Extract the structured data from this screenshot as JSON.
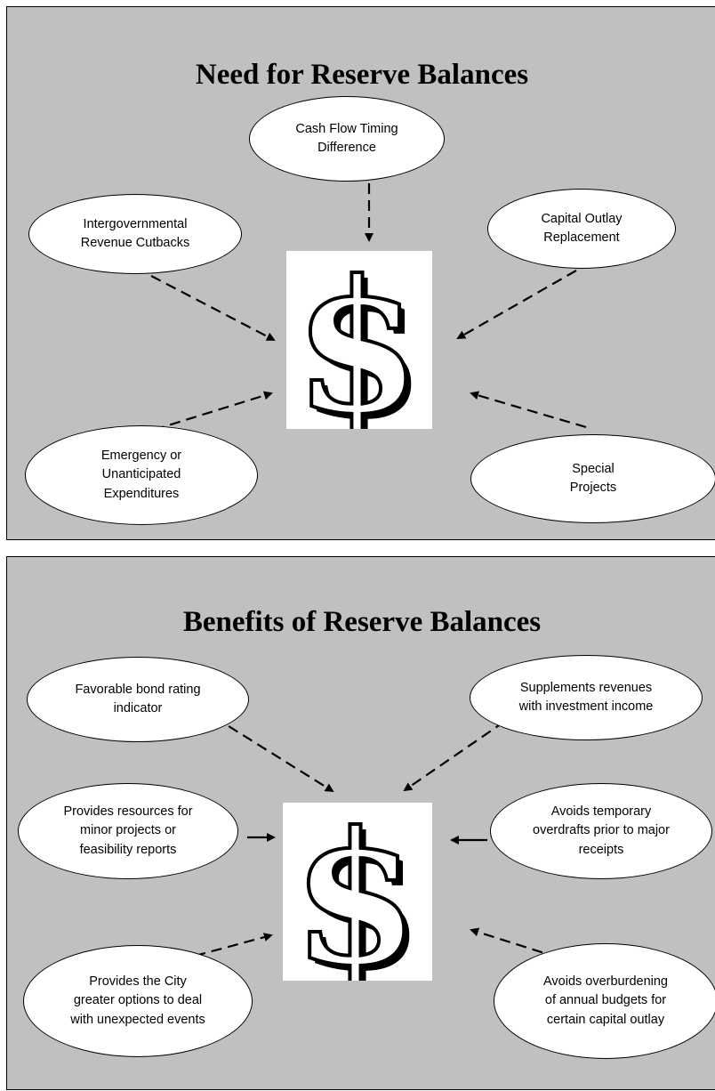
{
  "need_panel": {
    "title": "Need for Reserve Balances",
    "reasons": {
      "cash_flow": "Cash Flow Timing\nDifference",
      "intergovernmental": "Intergovernmental\nRevenue Cutbacks",
      "capital_outlay": "Capital Outlay\nReplacement",
      "emergency": "Emergency or\nUnanticipated\nExpenditures",
      "special_projects": "Special\nProjects"
    }
  },
  "benefits_panel": {
    "title": "Benefits of Reserve Balances",
    "benefits": {
      "bond_rating": "Favorable bond rating\nindicator",
      "investment_income": "Supplements revenues\nwith investment income",
      "minor_projects": "Provides resources for\nminor projects or\nfeasibility reports",
      "overdrafts": "Avoids temporary\noverdrafts prior to major\nreceipts",
      "unexpected_events": "Provides the City\ngreater options to deal\nwith unexpected events",
      "overburdening": "Avoids overburdening\nof annual budgets for\ncertain capital outlay"
    }
  },
  "icons": {
    "center_symbol": "dollar-sign-icon"
  },
  "colors": {
    "panel_background": "#c0c0c0",
    "bubble_fill": "#ffffff",
    "line": "#000000"
  }
}
